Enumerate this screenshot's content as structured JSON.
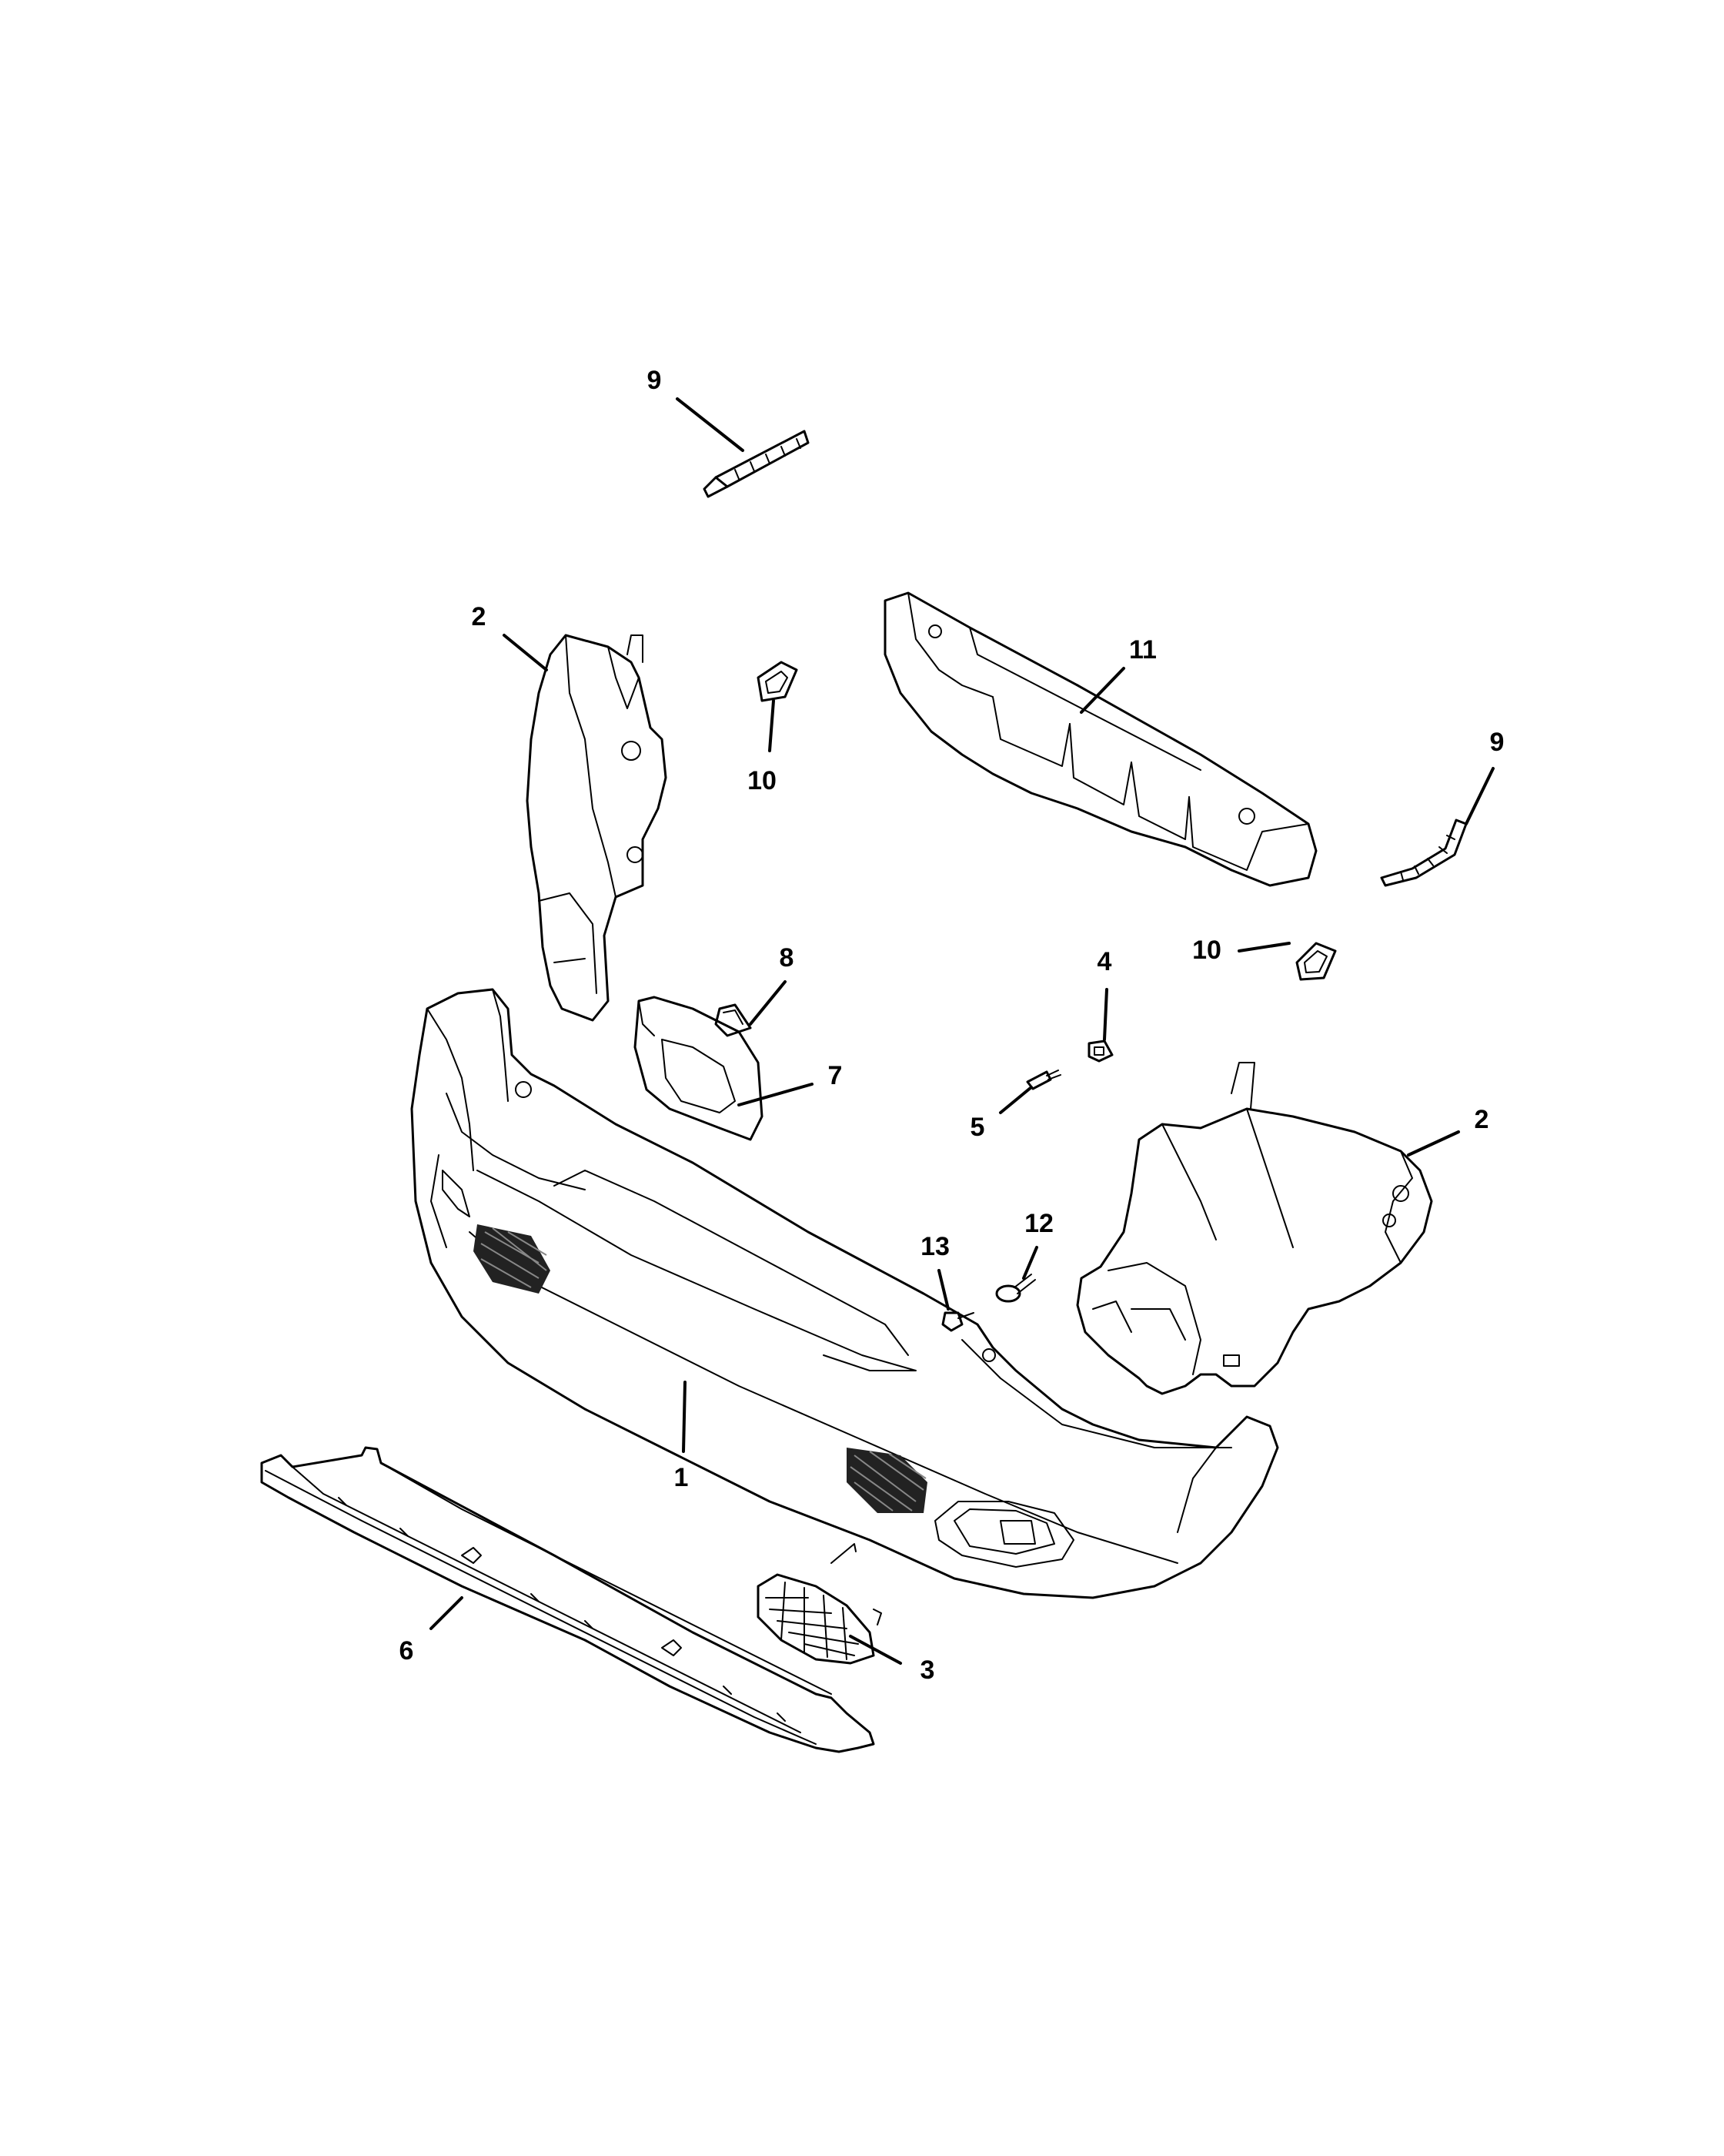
{
  "callouts": [
    {
      "id": "c1",
      "label": "1"
    },
    {
      "id": "c2a",
      "label": "2"
    },
    {
      "id": "c2b",
      "label": "2"
    },
    {
      "id": "c3",
      "label": "3"
    },
    {
      "id": "c4",
      "label": "4"
    },
    {
      "id": "c5",
      "label": "5"
    },
    {
      "id": "c6",
      "label": "6"
    },
    {
      "id": "c7",
      "label": "7"
    },
    {
      "id": "c8",
      "label": "8"
    },
    {
      "id": "c9a",
      "label": "9"
    },
    {
      "id": "c9b",
      "label": "9"
    },
    {
      "id": "c10a",
      "label": "10"
    },
    {
      "id": "c10b",
      "label": "10"
    },
    {
      "id": "c11",
      "label": "11"
    },
    {
      "id": "c12",
      "label": "12"
    },
    {
      "id": "c13",
      "label": "13"
    }
  ]
}
